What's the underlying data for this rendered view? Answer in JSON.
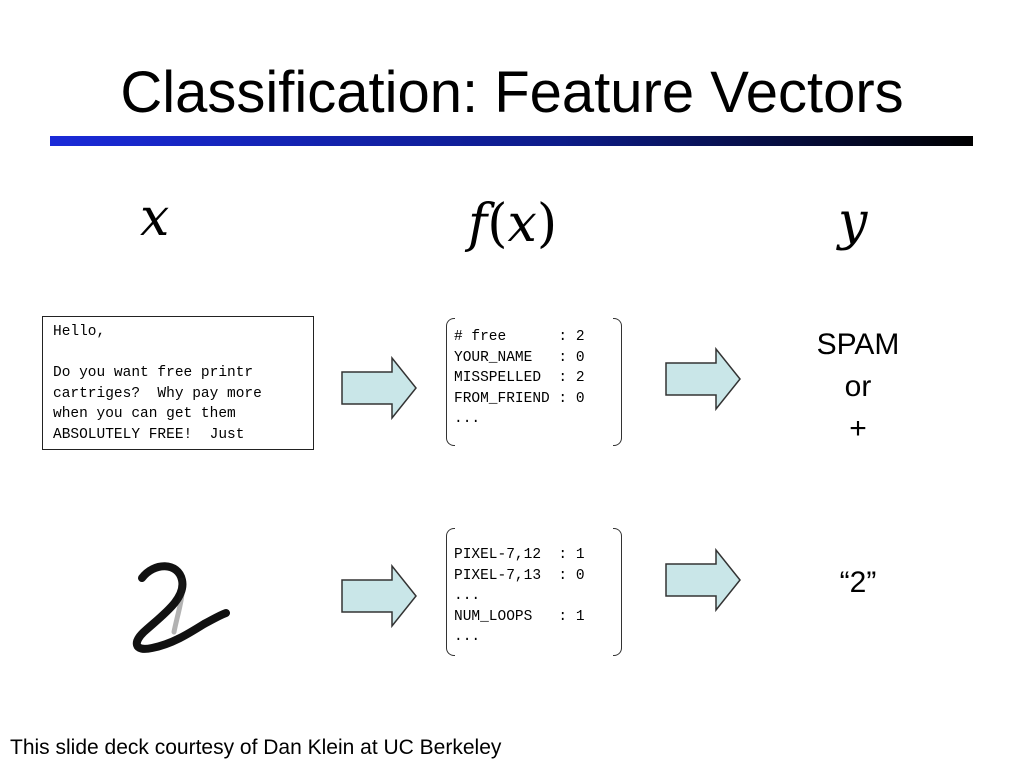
{
  "title": "Classification: Feature Vectors",
  "columns": {
    "x": "x",
    "fx": "f(x)",
    "y": "y"
  },
  "email": {
    "lines": [
      "Hello,",
      "",
      "Do you want free printr",
      "cartriges?  Why pay more",
      "when you can get them",
      "ABSOLUTELY FREE!  Just"
    ]
  },
  "email_features": {
    "lines": [
      "# free      : 2",
      "YOUR_NAME   : 0",
      "MISSPELLED  : 2",
      "FROM_FRIEND : 0",
      "..."
    ]
  },
  "email_output": {
    "line1": "SPAM",
    "line2": "or",
    "line3": "+"
  },
  "digit_features": {
    "lines": [
      "PIXEL-7,12  : 1",
      "PIXEL-7,13  : 0",
      "...",
      "NUM_LOOPS   : 1",
      "..."
    ]
  },
  "digit_output": "“2”",
  "footer": "This slide deck courtesy of Dan Klein at UC Berkeley",
  "colors": {
    "arrow_fill": "#c9e6e8",
    "rule_start": "#1a2ad8",
    "rule_end": "#000000"
  },
  "icons": {
    "digit_image": "handwritten-digit-2"
  }
}
